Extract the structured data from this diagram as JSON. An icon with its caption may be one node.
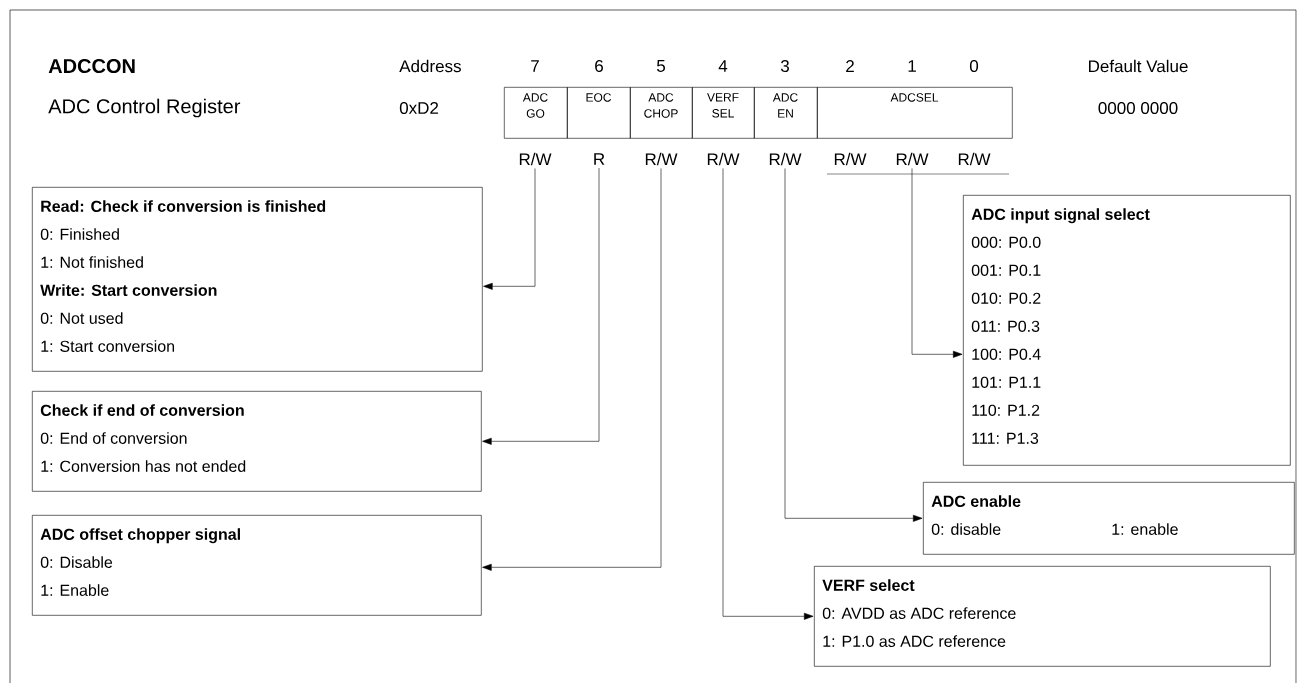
{
  "diagram": {
    "nodes": [
      {
        "text": [
          "ADC GO"
        ]
      },
      {
        "text": [
          "EOC"
        ]
      },
      {
        "text": [
          "ADC CHOP"
        ]
      },
      {
        "text": [
          "VERF SEL"
        ]
      },
      {
        "text": [
          "ADC EN"
        ]
      },
      {
        "text": [
          "ADCSEL"
        ]
      },
      {
        "text": [
          "R/W"
        ]
      },
      {
        "text": [
          "R"
        ]
      },
      {
        "text": [
          "R/W"
        ]
      },
      {
        "text": [
          "R/W"
        ]
      },
      {
        "text": [
          "R/W"
        ]
      },
      {
        "text": [
          "R/W"
        ]
      },
      {
        "text": [
          "Read: Check if conversion is finished",
          "0: Finished",
          "1: Not finished",
          "Write: Start conversion",
          "0: Not used",
          "1: Start conversion"
        ]
      },
      {
        "text": [
          "ADC input signal select",
          "000: P0.0",
          "001: P0.1",
          "010: P0.2",
          "011: P0.3",
          "100: P0.4",
          "101: P1.1",
          "110: P1.2",
          "111: P1.3"
        ]
      },
      {
        "text": [
          "Check if end of conversion",
          "0: End of conversion",
          "1: Conversion has not ended"
        ]
      },
      {
        "text": [
          "ADC enable",
          "0: disable",
          "1: enable"
        ]
      },
      {
        "text": [
          "ADC offset chopper signal",
          "0: Disable",
          "1: Enable"
        ]
      },
      {
        "text": [
          "VERF select",
          "0: AVDD as ADC reference",
          "1: P1.0 as ADC reference"
        ]
      }
    ],
    "edges": [
      {
        "from": 6,
        "to": 12,
        "arrow": "to"
      },
      {
        "from": 7,
        "to": 14,
        "arrow": "to"
      },
      {
        "from": 8,
        "to": 16,
        "arrow": "to"
      },
      {
        "from": 9,
        "to": 17,
        "arrow": "to"
      },
      {
        "from": 10,
        "to": 15,
        "arrow": "to"
      },
      {
        "from": 11,
        "to": 13,
        "arrow": "to"
      }
    ],
    "labels": [
      "ADCCON",
      "Address",
      "7",
      "6",
      "5",
      "4",
      "3",
      "2",
      "1",
      "0",
      "Default Value",
      "ADC Control Register",
      "0xD2",
      "0000 0000",
      "R/W",
      "R/W"
    ]
  }
}
